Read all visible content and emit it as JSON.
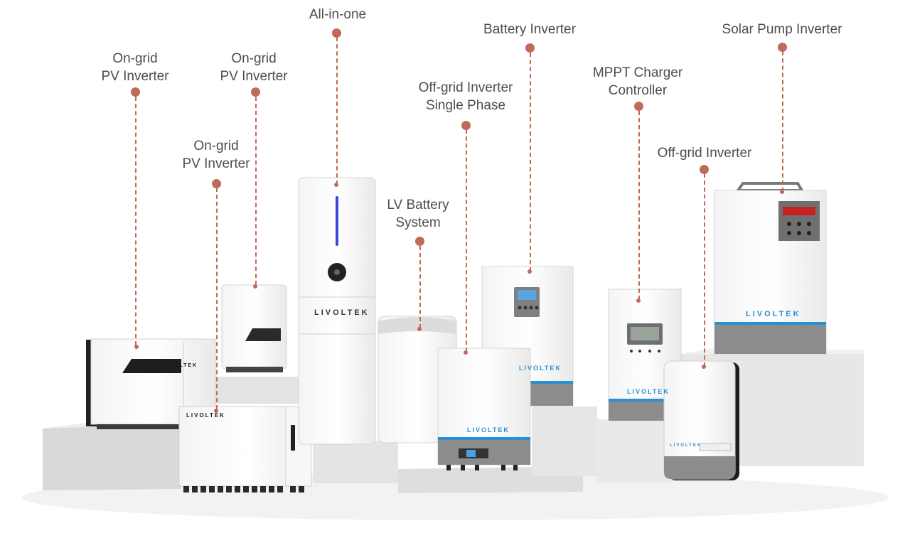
{
  "brand": "LIVOLTEK",
  "colors": {
    "accent": "#c06a5a",
    "label_text": "#4d4d4d",
    "brand_blue": "#2a8fd4",
    "panel_gray": "#8c8c8c"
  },
  "products": [
    {
      "id": "ongrid-1",
      "lines": [
        "On-grid",
        "PV Inverter"
      ]
    },
    {
      "id": "ongrid-2",
      "lines": [
        "On-grid",
        "PV Inverter"
      ]
    },
    {
      "id": "ongrid-3",
      "lines": [
        "On-grid",
        "PV Inverter"
      ]
    },
    {
      "id": "all-in-one",
      "lines": [
        "All-in-one"
      ]
    },
    {
      "id": "lv-battery",
      "lines": [
        "LV Battery",
        "System"
      ]
    },
    {
      "id": "offgrid-single",
      "lines": [
        "Off-grid Inverter",
        "Single Phase"
      ]
    },
    {
      "id": "battery-inverter",
      "lines": [
        "Battery Inverter"
      ]
    },
    {
      "id": "mppt",
      "lines": [
        "MPPT Charger",
        "Controller"
      ]
    },
    {
      "id": "offgrid",
      "lines": [
        "Off-grid Inverter"
      ]
    },
    {
      "id": "solar-pump",
      "lines": [
        "Solar Pump Inverter"
      ]
    }
  ]
}
